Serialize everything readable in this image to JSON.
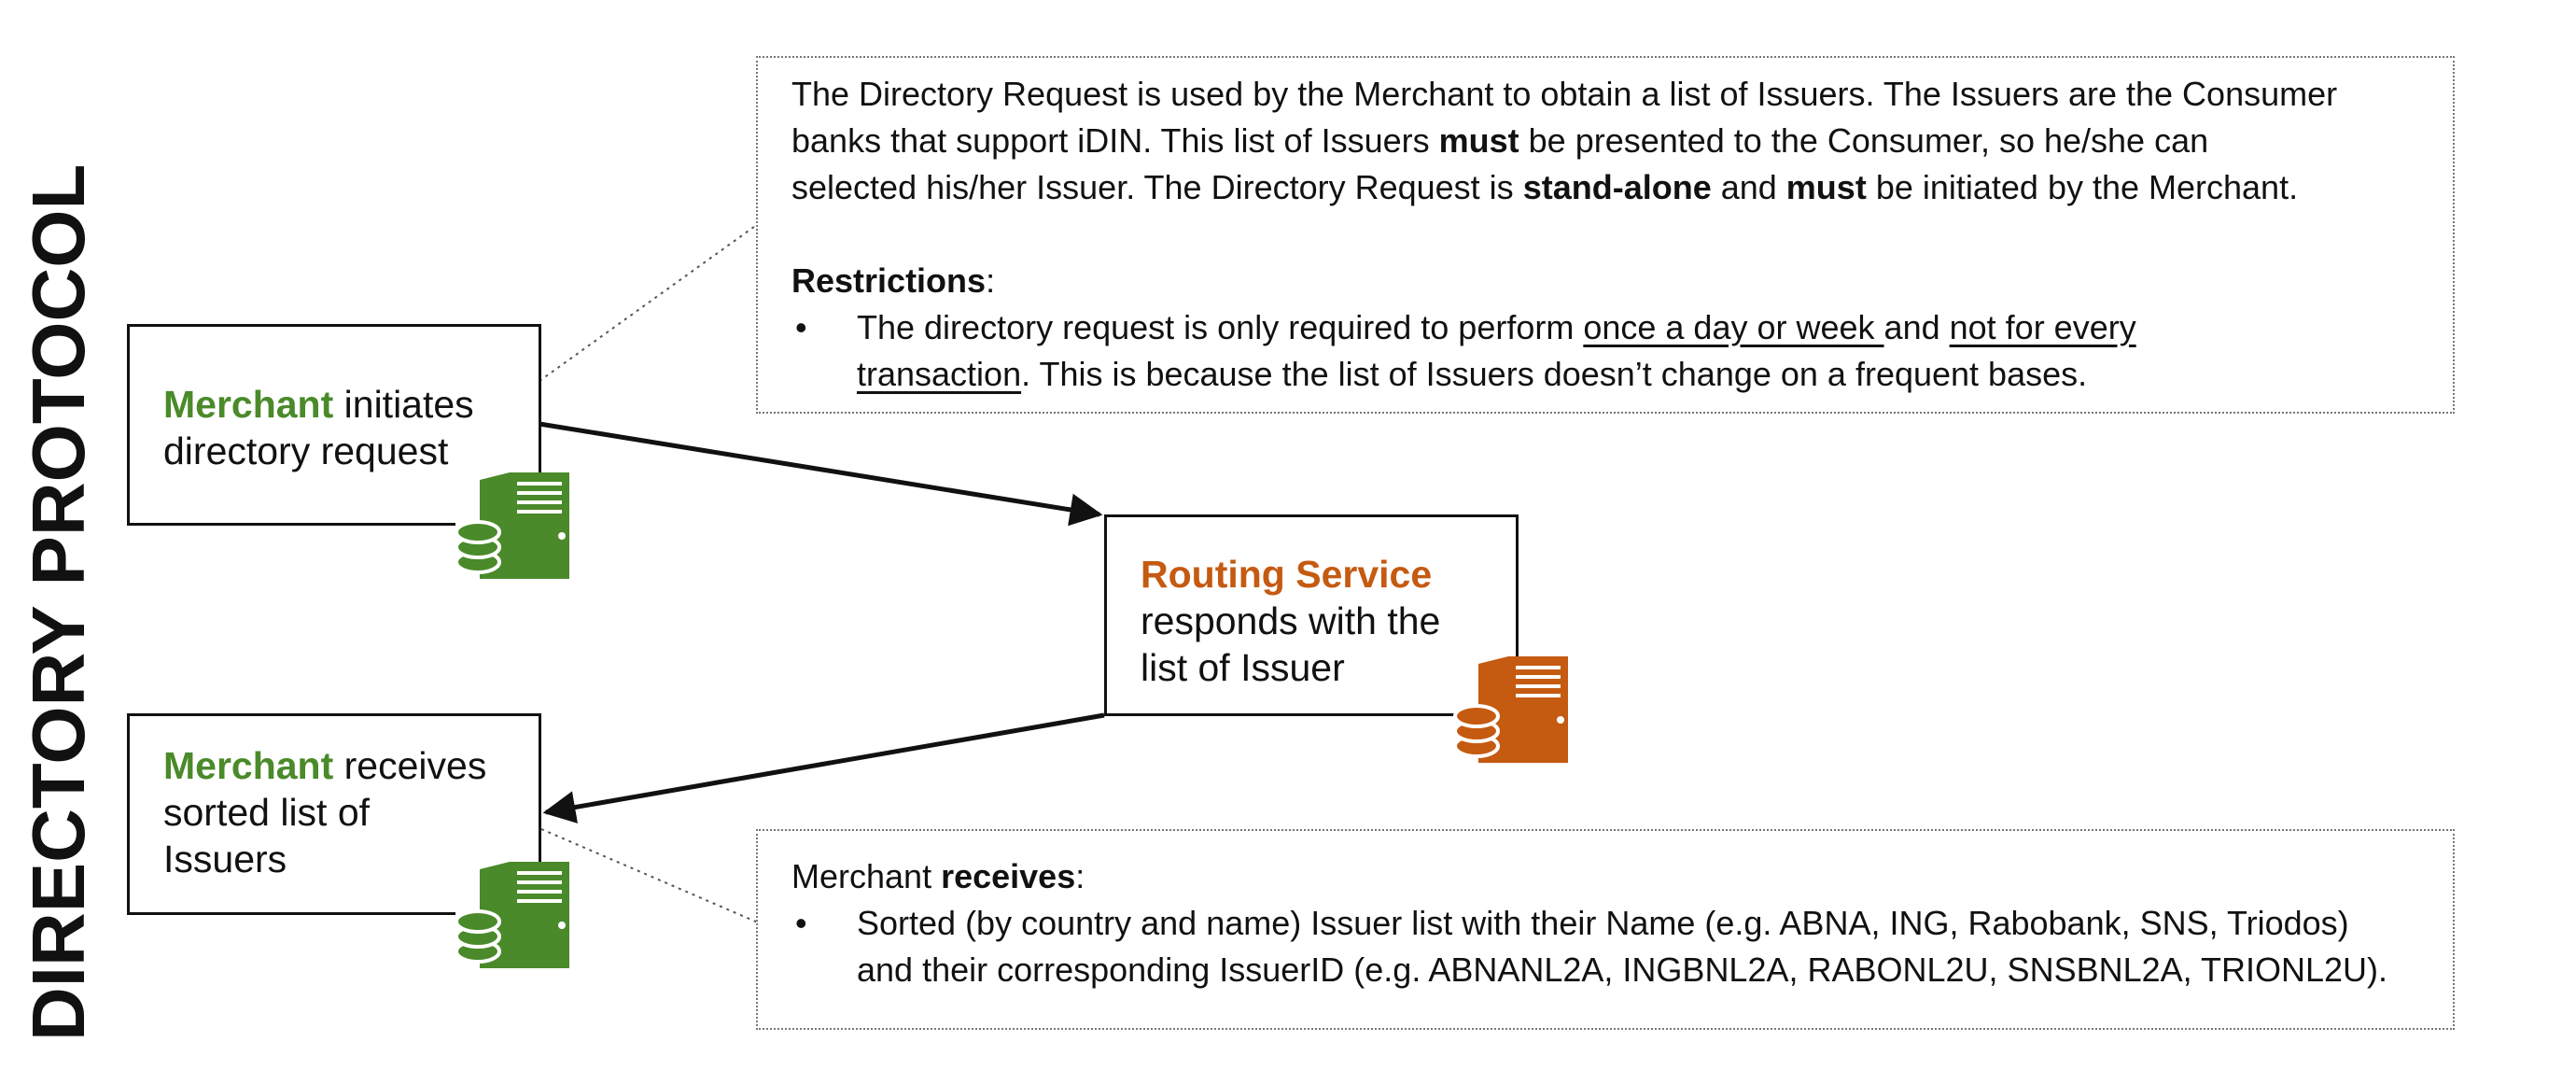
{
  "title": "DIRECTORY PROTOCOL",
  "colors": {
    "merchant": "#4a8a2a",
    "routing": "#c55a11",
    "border": "#111111"
  },
  "merchant_initiates": {
    "actor": "Merchant",
    "rest_line1": " initiates",
    "line2": "directory request"
  },
  "routing_service": {
    "actor": "Routing Service",
    "line2": "responds with the",
    "line3": "list of Issuer"
  },
  "merchant_receives": {
    "actor": "Merchant",
    "rest_line1": " receives",
    "line2": "sorted list of",
    "line3": "Issuers"
  },
  "note_top": {
    "l1": "The Directory Request is used by the Merchant to obtain a list of Issuers. The Issuers are the Consumer",
    "l2a": "banks that support iDIN. This list of Issuers ",
    "l2b": "must",
    "l2c": " be presented to the Consumer, so he/she can",
    "l3a": "selected his/her Issuer. The Directory Request is ",
    "l3b": "stand-alone",
    "l3c": " and ",
    "l3d": "must",
    "l3e": " be initiated by the Merchant.",
    "restrictions_label": "Restrictions",
    "restrictions_colon": ":",
    "bullet": "•",
    "b1a": "The directory request is only required to perform ",
    "b1b": "once a day or week ",
    "b1c": "and ",
    "b1d": "not for every",
    "b2a": "transaction",
    "b2b": ". This is because the list of Issuers doesn’t change on a frequent bases."
  },
  "note_bottom": {
    "l1a": "Merchant ",
    "l1b": "receives",
    "l1c": ":",
    "bullet": "•",
    "b1": "Sorted (by country and name) Issuer list with their Name (e.g. ABNA, ING, Rabobank, SNS, Triodos)",
    "b2": "and their corresponding IssuerID (e.g. ABNANL2A, INGBNL2A, RABONL2U, SNSBNL2A, TRIONL2U)."
  }
}
